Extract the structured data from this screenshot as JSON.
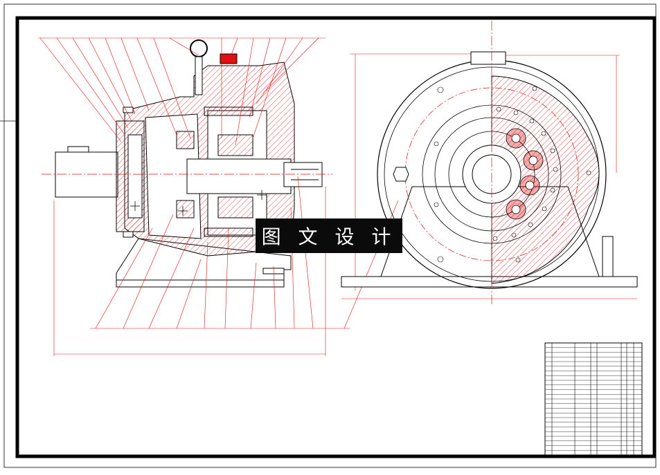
{
  "watermark": {
    "text": "图 文 设 计"
  },
  "colors": {
    "frame": "#000000",
    "drawing_red": "#e01010",
    "watermark_bg": "#0b0b0b",
    "watermark_fg": "#ffffff"
  },
  "drawing": {
    "views": [
      "front-section-view",
      "side-view"
    ],
    "balloon_count_top": 14,
    "balloon_count_bottom": 11
  },
  "tech_notes": {
    "lines": [
      "",
      "",
      "",
      "",
      "",
      "",
      ""
    ]
  },
  "bom": {
    "row_count": 24
  }
}
